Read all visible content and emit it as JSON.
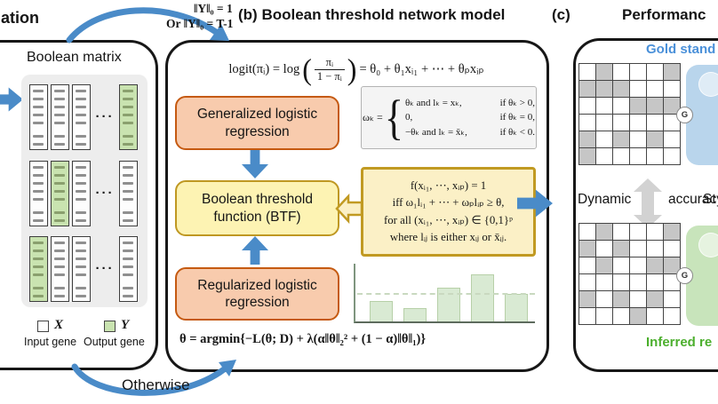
{
  "colors": {
    "arrow_blue": "#4a8bc8",
    "orange_border": "#c55a11",
    "orange_fill": "#f8cbad",
    "yellow_border": "#bf9822",
    "yellow_fill": "#fdf3b3",
    "note_fill": "#fbf0c6",
    "case_border": "#b3b3b3",
    "case_fill": "#f4f4f4",
    "grid_gray": "#c6c6c6",
    "gold_text": "#4a90d9",
    "inferred_text": "#4caf2e",
    "matrix_green": "#c9e3b0",
    "node_panel_blue": "#b9d5ec",
    "node_panel_green": "#c8e4bb",
    "bar_fill": "#d9ead3",
    "bar_border": "#b7d0a8"
  },
  "panel_a": {
    "title_fragment": "ation",
    "matrix_label": "Boolean matrix",
    "groups": [
      {
        "columns": [
          "white",
          "white",
          "white"
        ],
        "dots": "···",
        "tail": "green"
      },
      {
        "columns": [
          "white",
          "green",
          "white"
        ],
        "dots": "···",
        "tail": "white"
      },
      {
        "columns": [
          "green",
          "white",
          "white"
        ],
        "dots": "···",
        "tail": "white"
      }
    ],
    "legend": {
      "x_symbol": "X",
      "x_label": "Input gene",
      "y_symbol": "Y",
      "y_label": "Output gene"
    }
  },
  "flow": {
    "top_condition_line1": "‖Y‖₀ = 1",
    "top_condition_line2": "Or ‖Y‖₀ = T-1",
    "bottom_condition": "Otherwise"
  },
  "panel_b": {
    "label": "(b)",
    "title": "Boolean threshold network model",
    "logit": {
      "lhs": "logit(πᵢ) = log",
      "numerator": "πᵢ",
      "denominator": "1 − πᵢ",
      "rhs": "= θ₀ + θ₁xᵢ₁ + ⋯ + θₚxᵢₚ"
    },
    "boxes": {
      "generalized": "Generalized logistic regression",
      "btf": "Boolean threshold function (BTF)",
      "regularized": "Regularized logistic regression"
    },
    "omega": {
      "lhs": "ωₖ =",
      "brace": "{",
      "cases": [
        {
          "expr": "θₖ and lₖ = xₖ,",
          "cond": "if θₖ > 0,"
        },
        {
          "expr": "0,",
          "cond": "if θₖ = 0,"
        },
        {
          "expr": "−θₖ and lₖ = x̄ₖ,",
          "cond": "if θₖ < 0."
        }
      ]
    },
    "btf_note_lines": [
      "f(xᵢ₁, ⋯, xᵢₚ) = 1",
      "iff ω₁lᵢ₁ + ⋯ + ωₚlᵢₚ ≥ θ,",
      "for all (xᵢ₁, ⋯, xᵢₚ) ∈ {0,1}ᵖ",
      "where lᵢⱼ is either xᵢⱼ or x̄ᵢⱼ."
    ],
    "argmin_formula": "θ = argmin{−L(θ; D) + λ(α‖θ‖₂² + (1 − α)‖θ‖₁)}",
    "coefficient_chart": {
      "type": "bar",
      "values": [
        23,
        15,
        38,
        53,
        31
      ],
      "threshold": 30,
      "max": 60
    }
  },
  "panel_c": {
    "label": "(c)",
    "title_fragment": "Performanc",
    "gold_label": "Gold stand",
    "inferred_label": "Inferred re",
    "dynamic_label": "Dynamic",
    "accuracy_label": "accuracy",
    "structure_label_fragment": "St",
    "node_g": "G",
    "gold_grid": [
      [
        0,
        1,
        0,
        0,
        0,
        1
      ],
      [
        1,
        1,
        1,
        0,
        0,
        0
      ],
      [
        0,
        0,
        0,
        1,
        1,
        1
      ],
      [
        0,
        0,
        0,
        0,
        0,
        0
      ],
      [
        1,
        0,
        1,
        0,
        1,
        0
      ],
      [
        1,
        0,
        0,
        0,
        0,
        0
      ]
    ],
    "inferred_grid": [
      [
        0,
        1,
        0,
        0,
        0,
        1
      ],
      [
        1,
        0,
        1,
        0,
        0,
        0
      ],
      [
        0,
        1,
        0,
        0,
        1,
        1
      ],
      [
        0,
        0,
        0,
        0,
        0,
        0
      ],
      [
        1,
        0,
        1,
        0,
        1,
        0
      ],
      [
        0,
        0,
        0,
        1,
        0,
        0
      ]
    ]
  }
}
